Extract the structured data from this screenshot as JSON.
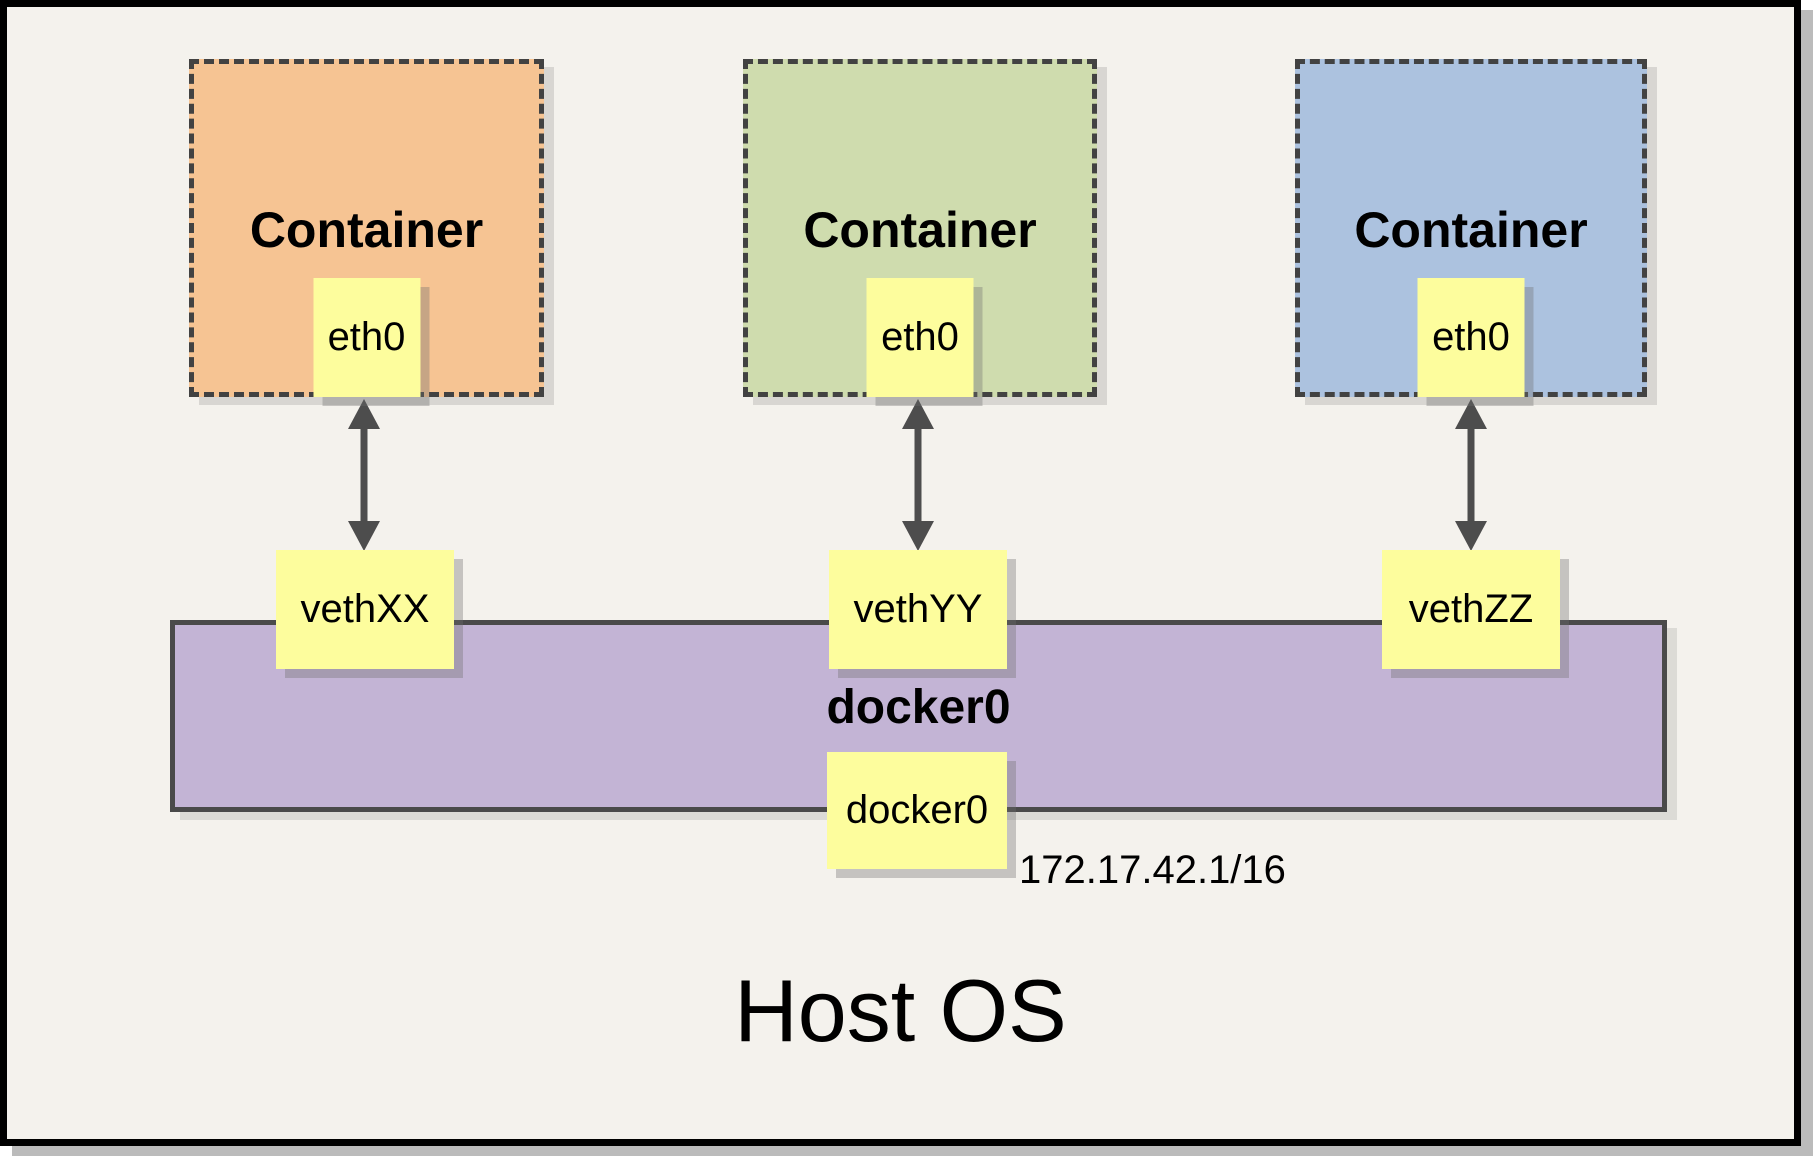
{
  "host": {
    "label": "Host OS"
  },
  "bridge": {
    "name": "docker0",
    "interface": "docker0",
    "ip": "172.17.42.1/16"
  },
  "containers": [
    {
      "label": "Container",
      "interface": "eth0",
      "veth": "vethXX",
      "fill": "#F6C493"
    },
    {
      "label": "Container",
      "interface": "eth0",
      "veth": "vethYY",
      "fill": "#CFDCAE"
    },
    {
      "label": "Container",
      "interface": "eth0",
      "veth": "vethZZ",
      "fill": "#ACC2DF"
    }
  ],
  "colors": {
    "canvas_bg": "#F4F2ED",
    "note_yellow": "#FDFD9D",
    "bridge_purple": "#C3B4D5",
    "border_dark": "#424242",
    "arrow_gray": "#4D4D4D",
    "frame_black": "#000000"
  }
}
